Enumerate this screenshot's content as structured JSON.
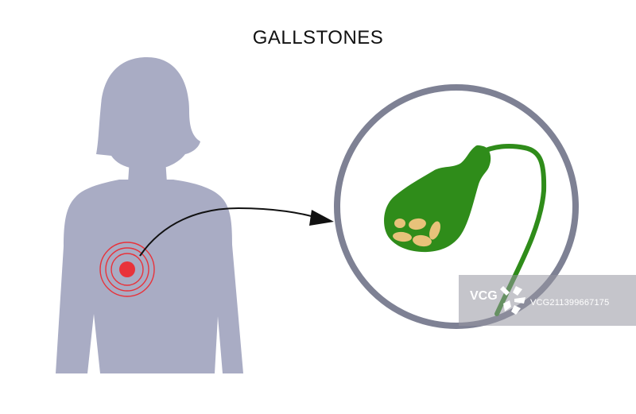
{
  "title": "GALLSTONES",
  "watermark": {
    "logo_text": "VCG",
    "id_text": "VCG211399667175"
  },
  "colors": {
    "silhouette": "#a9acc4",
    "pain": "#e8323a",
    "gallbladder": "#2f8c1a",
    "stones": "#e8c27a",
    "lens_ring": "#7e8194"
  }
}
